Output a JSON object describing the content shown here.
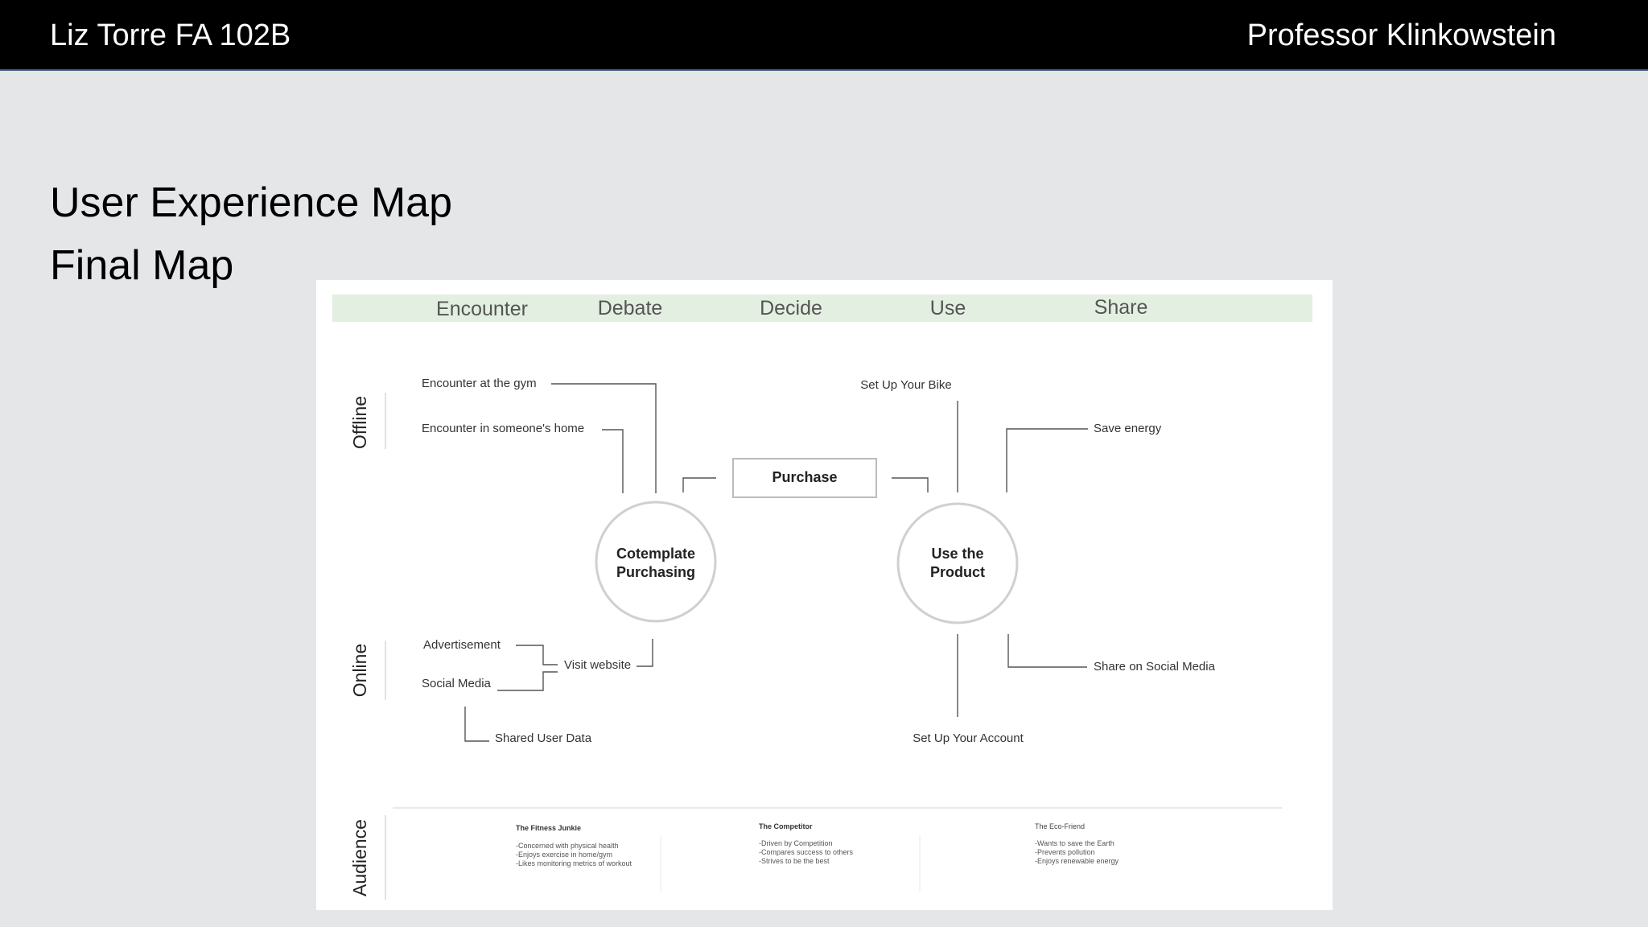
{
  "header": {
    "left": "Liz Torre FA 102B",
    "right": "Professor Klinkowstein"
  },
  "slide": {
    "title": "User Experience Map",
    "subtitle": "Final Map"
  },
  "map": {
    "stages": [
      "Encounter",
      "Debate",
      "Decide",
      "Use",
      "Share"
    ],
    "rows": {
      "offline": "Offline",
      "online": "Online",
      "audience": "Audience"
    },
    "nodes": {
      "encounter_gym": "Encounter at the gym",
      "encounter_home": "Encounter in someone's home",
      "purchase": "Purchase",
      "contemplate_1": "Cotemplate",
      "contemplate_2": "Purchasing",
      "use_1": "Use the",
      "use_2": "Product",
      "setup_bike": "Set Up Your Bike",
      "save_energy": "Save energy",
      "advertisement": "Advertisement",
      "social_media": "Social Media",
      "visit_website": "Visit website",
      "shared_user_data": "Shared User Data",
      "setup_account": "Set Up Your Account",
      "share_social": "Share on Social Media"
    },
    "audience": [
      {
        "name": "The Fitness Junkie",
        "traits": [
          "-Concerned with physical health",
          "-Enjoys exercise in home/gym",
          "-Likes monitoring metrics of workout"
        ]
      },
      {
        "name": "The Competitor",
        "traits": [
          "-Driven by Competition",
          "-Compares success to others",
          "-Strives to be the best"
        ]
      },
      {
        "name": "The Eco-Friend",
        "traits": [
          "-Wants to save the Earth",
          "-Prevents pollution",
          "-Enjoys renewable energy"
        ]
      }
    ],
    "colors": {
      "stage_bar": "#e3efe1",
      "lines": "#555555",
      "circle": "#cfcfd4"
    }
  }
}
